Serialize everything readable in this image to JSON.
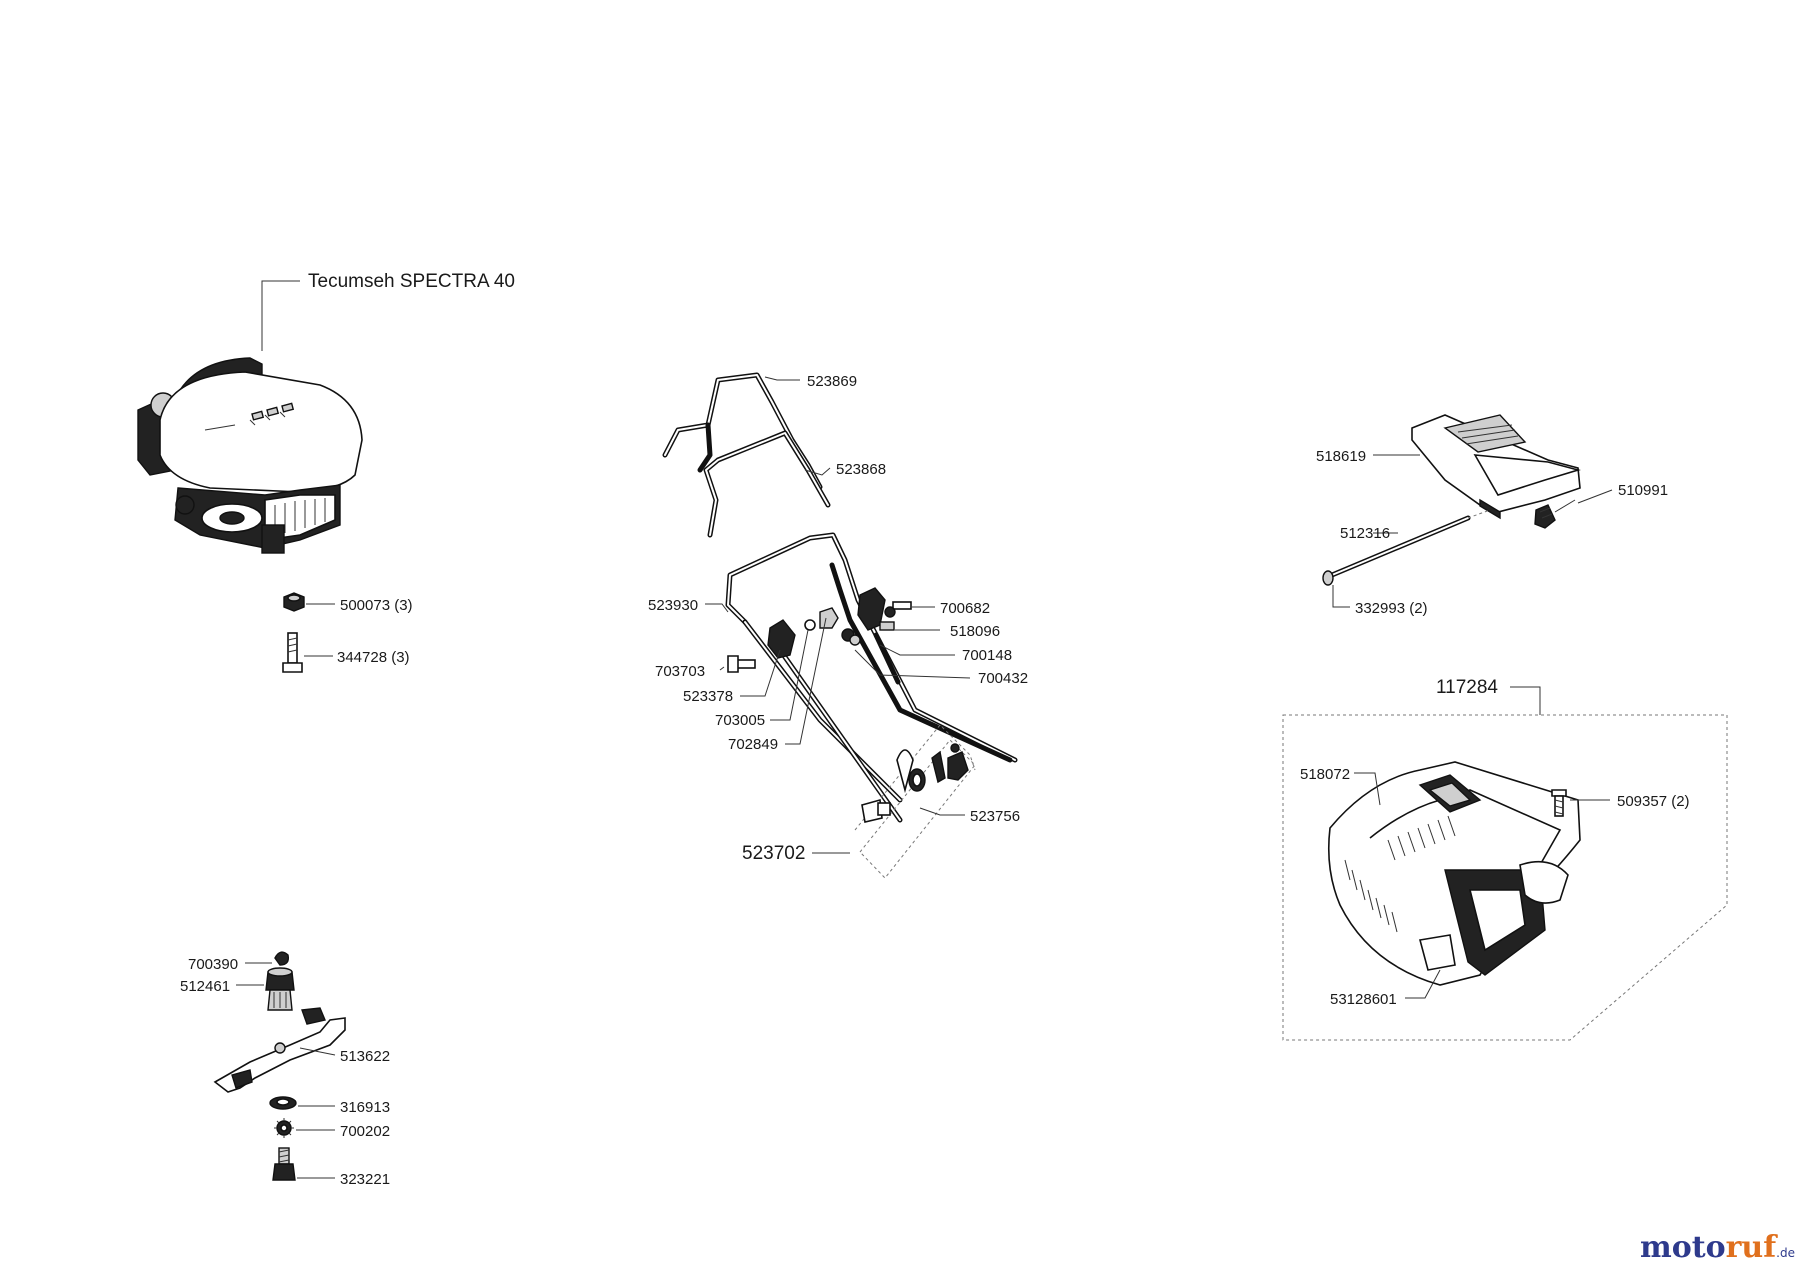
{
  "engine": {
    "label": "Tecumseh SPECTRA 40"
  },
  "parts": {
    "p500073": "500073 (3)",
    "p344728": "344728 (3)",
    "p523869": "523869",
    "p523868": "523868",
    "p523930": "523930",
    "p700682": "700682",
    "p518096": "518096",
    "p700148": "700148",
    "p700432": "700432",
    "p703703": "703703",
    "p523378": "523378",
    "p703005": "703005",
    "p702849": "702849",
    "p523756": "523756",
    "p523702": "523702",
    "p518619": "518619",
    "p510991": "510991",
    "p512316": "512316",
    "p332993": "332993 (2)",
    "p117284": "117284",
    "p518072": "518072",
    "p509357": "509357 (2)",
    "p53128601": "53128601",
    "p700390": "700390",
    "p512461": "512461",
    "p513622": "513622",
    "p316913": "316913",
    "p700202": "700202",
    "p323221": "323221"
  },
  "watermark": {
    "brand_a": "moto",
    "brand_b": "ruf",
    "tld": ".de"
  },
  "colors": {
    "brand_blue": "#2e3a8c",
    "brand_orange": "#e0701d"
  }
}
